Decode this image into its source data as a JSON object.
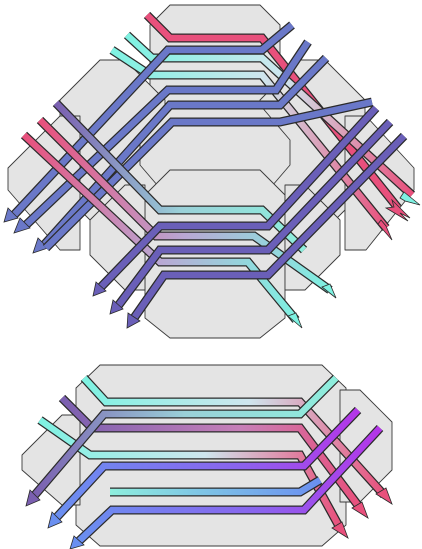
{
  "diagram": {
    "palette": {
      "tile_fill": "#e4e4e4",
      "tile_stroke": "#3a3a3a",
      "outline": "#2b2b2b",
      "pink": "#e8507c",
      "cyan": "#7ef2e2",
      "purple": "#7a5fb0",
      "periwinkle": "#6a78c8",
      "violet": "#9a3ce8",
      "blue": "#6a8ff0"
    },
    "figures": [
      {
        "id": "upper-router",
        "name": "upper-tile-group"
      },
      {
        "id": "lower-router",
        "name": "lower-tile-group"
      }
    ]
  }
}
